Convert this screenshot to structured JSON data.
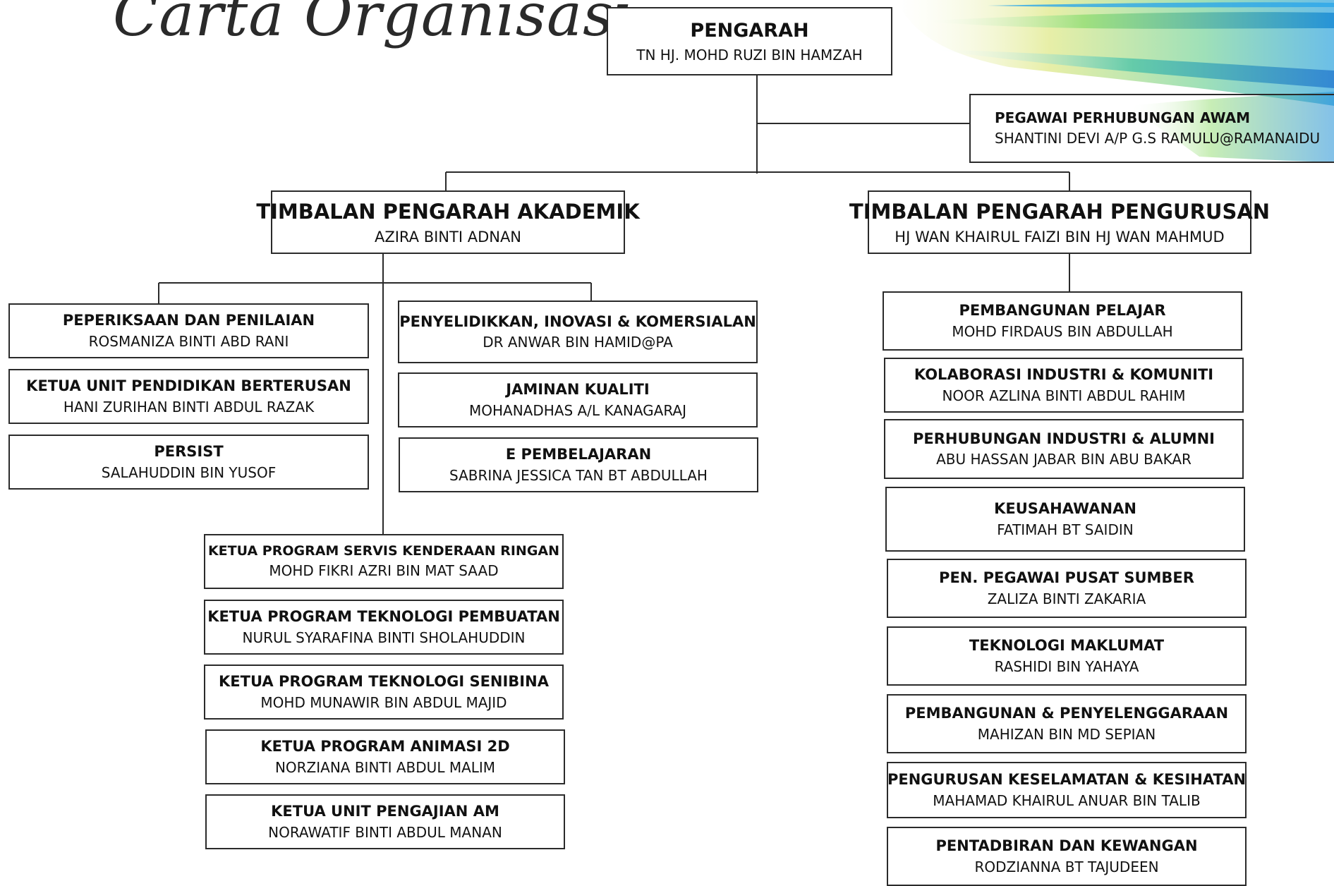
{
  "title": "Carta Organisasi",
  "colors": {
    "line": "#2b2b2b",
    "accent_green": "#3fbf6a",
    "accent_blue": "#2fa0e0",
    "accent_yellow": "#d9e46a"
  },
  "director": {
    "role": "PENGARAH",
    "name": "TN HJ. MOHD RUZI BIN HAMZAH"
  },
  "pr_officer": {
    "role": "PEGAWAI PERHUBUNGAN AWAM",
    "name": "SHANTINI DEVI A/P G.S RAMULU@RAMANAIDU"
  },
  "deputy_academic": {
    "role": "TIMBALAN PENGARAH AKADEMIK",
    "name": "AZIRA BINTI ADNAN"
  },
  "deputy_management": {
    "role": "TIMBALAN PENGARAH PENGURUSAN",
    "name": "HJ WAN KHAIRUL FAIZI BIN HJ WAN MAHMUD"
  },
  "academic_left": [
    {
      "role": "PEPERIKSAAN DAN PENILAIAN",
      "name": "ROSMANIZA BINTI ABD RANI"
    },
    {
      "role": "KETUA UNIT PENDIDIKAN BERTERUSAN",
      "name": "HANI ZURIHAN BINTI ABDUL RAZAK"
    },
    {
      "role": "PERSIST",
      "name": "SALAHUDDIN BIN YUSOF"
    }
  ],
  "academic_mid": [
    {
      "role": "PENYELIDIKKAN, INOVASI & KOMERSIALAN",
      "name": "DR ANWAR BIN HAMID@PA"
    },
    {
      "role": "JAMINAN KUALITI",
      "name": "MOHANADHAS A/L KANAGARAJ"
    },
    {
      "role": "E PEMBELAJARAN",
      "name": "SABRINA JESSICA TAN BT ABDULLAH"
    }
  ],
  "programs": [
    {
      "role": "KETUA PROGRAM SERVIS KENDERAAN RINGAN",
      "name": "MOHD FIKRI AZRI BIN MAT SAAD"
    },
    {
      "role": "KETUA PROGRAM TEKNOLOGI PEMBUATAN",
      "name": "NURUL SYARAFINA BINTI SHOLAHUDDIN"
    },
    {
      "role": "KETUA PROGRAM TEKNOLOGI SENIBINA",
      "name": "MOHD MUNAWIR BIN ABDUL MAJID"
    },
    {
      "role": "KETUA PROGRAM ANIMASI 2D",
      "name": "NORZIANA BINTI ABDUL MALIM"
    },
    {
      "role": "KETUA UNIT PENGAJIAN AM",
      "name": "NORAWATIF BINTI ABDUL MANAN"
    }
  ],
  "management_units": [
    {
      "role": "PEMBANGUNAN PELAJAR",
      "name": "MOHD FIRDAUS BIN ABDULLAH"
    },
    {
      "role": "KOLABORASI INDUSTRI & KOMUNITI",
      "name": "NOOR AZLINA BINTI ABDUL RAHIM"
    },
    {
      "role": "PERHUBUNGAN INDUSTRI & ALUMNI",
      "name": "ABU HASSAN JABAR BIN ABU BAKAR"
    },
    {
      "role": "KEUSAHAWANAN",
      "name": "FATIMAH BT SAIDIN"
    },
    {
      "role": "PEN. PEGAWAI PUSAT SUMBER",
      "name": "ZALIZA BINTI ZAKARIA"
    },
    {
      "role": "TEKNOLOGI MAKLUMAT",
      "name": "RASHIDI BIN YAHAYA"
    },
    {
      "role": "PEMBANGUNAN & PENYELENGGARAAN",
      "name": "MAHIZAN BIN MD SEPIAN"
    },
    {
      "role": "PENGURUSAN KESELAMATAN & KESIHATAN",
      "name": "MAHAMAD KHAIRUL ANUAR BIN TALIB"
    },
    {
      "role": "PENTADBIRAN DAN KEWANGAN",
      "name": "RODZIANNA BT TAJUDEEN"
    }
  ]
}
